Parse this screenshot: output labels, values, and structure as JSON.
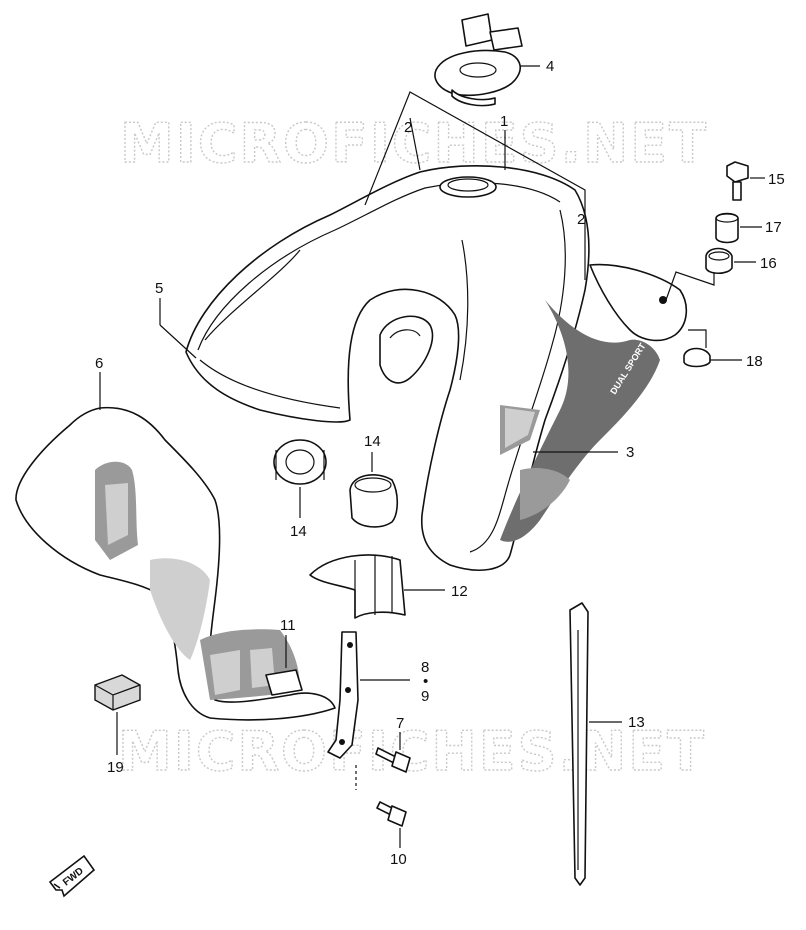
{
  "watermark": {
    "top": "MICROFICHES.NET",
    "bottom": "MICROFICHES.NET"
  },
  "direction_badge": "FWD",
  "tank_decal_text": "DUAL SPORT",
  "callouts": {
    "c1": "1",
    "c2a": "2",
    "c2b": "2",
    "c3": "3",
    "c4": "4",
    "c5": "5",
    "c6": "6",
    "c7": "7",
    "c8": "8",
    "c9": "9",
    "c10": "10",
    "c11": "11",
    "c12": "12",
    "c13": "13",
    "c14a": "14",
    "c14b": "14",
    "c15": "15",
    "c16": "16",
    "c17": "17",
    "c18": "18",
    "c19": "19",
    "sep": "•"
  }
}
